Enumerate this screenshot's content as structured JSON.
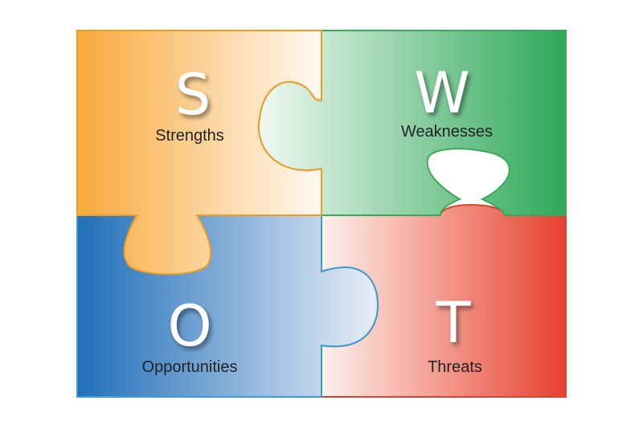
{
  "quadrants": {
    "strengths": {
      "letter": "S",
      "label": "Strengths",
      "color": "#f6ab3c"
    },
    "weaknesses": {
      "letter": "W",
      "label": "Weaknesses",
      "color": "#2ea85a"
    },
    "opportunities": {
      "letter": "O",
      "label": "Opportunities",
      "color": "#1f6fb8"
    },
    "threats": {
      "letter": "T",
      "label": "Threats",
      "color": "#e8402e"
    }
  }
}
